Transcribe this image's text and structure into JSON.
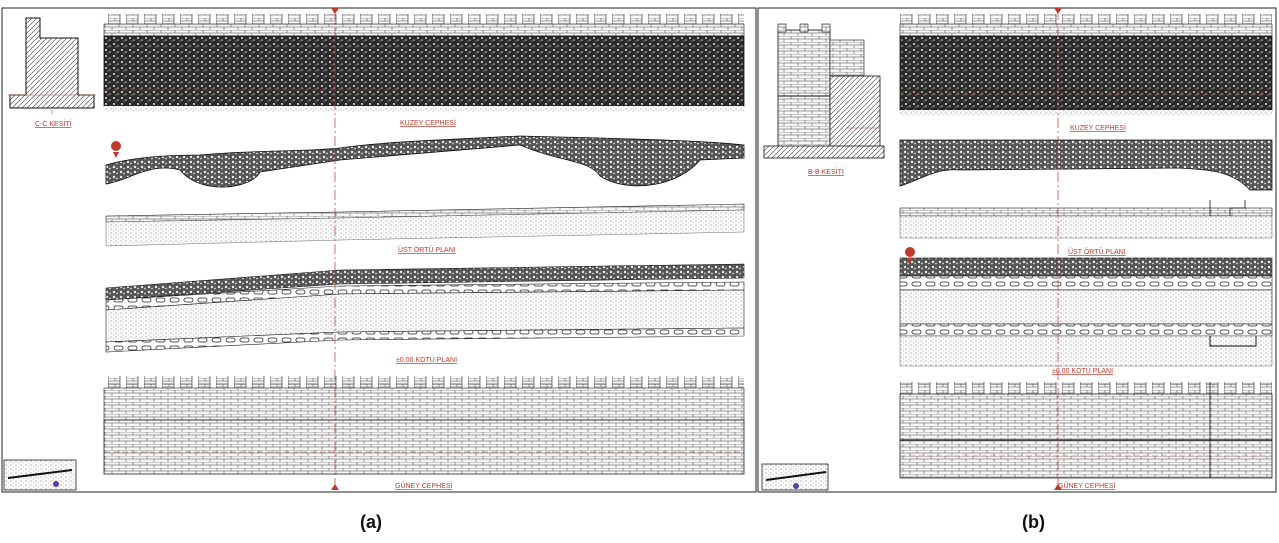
{
  "panel_a": {
    "caption": "(a)",
    "section_label": "C-C KESİTİ",
    "north_facade": "KUZEY CEPHESİ",
    "roof_plan": "ÜST ÖRTÜ PLANI",
    "level_plan": "±0.00 KOTU PLANI",
    "south_facade": "GÜNEY CEPHESİ"
  },
  "panel_b": {
    "caption": "(b)",
    "section_label": "B-B KESİTİ",
    "north_facade": "KUZEY CEPHESİ",
    "roof_plan": "ÜST ÖRTÜ PLANI",
    "level_plan": "±0.00 KOTU PLANI",
    "south_facade": "GÜNEY CEPHESİ"
  },
  "colors": {
    "annotation": "#c0392b",
    "ink": "#1a1a1a",
    "masonry": "#3a3a3a"
  }
}
